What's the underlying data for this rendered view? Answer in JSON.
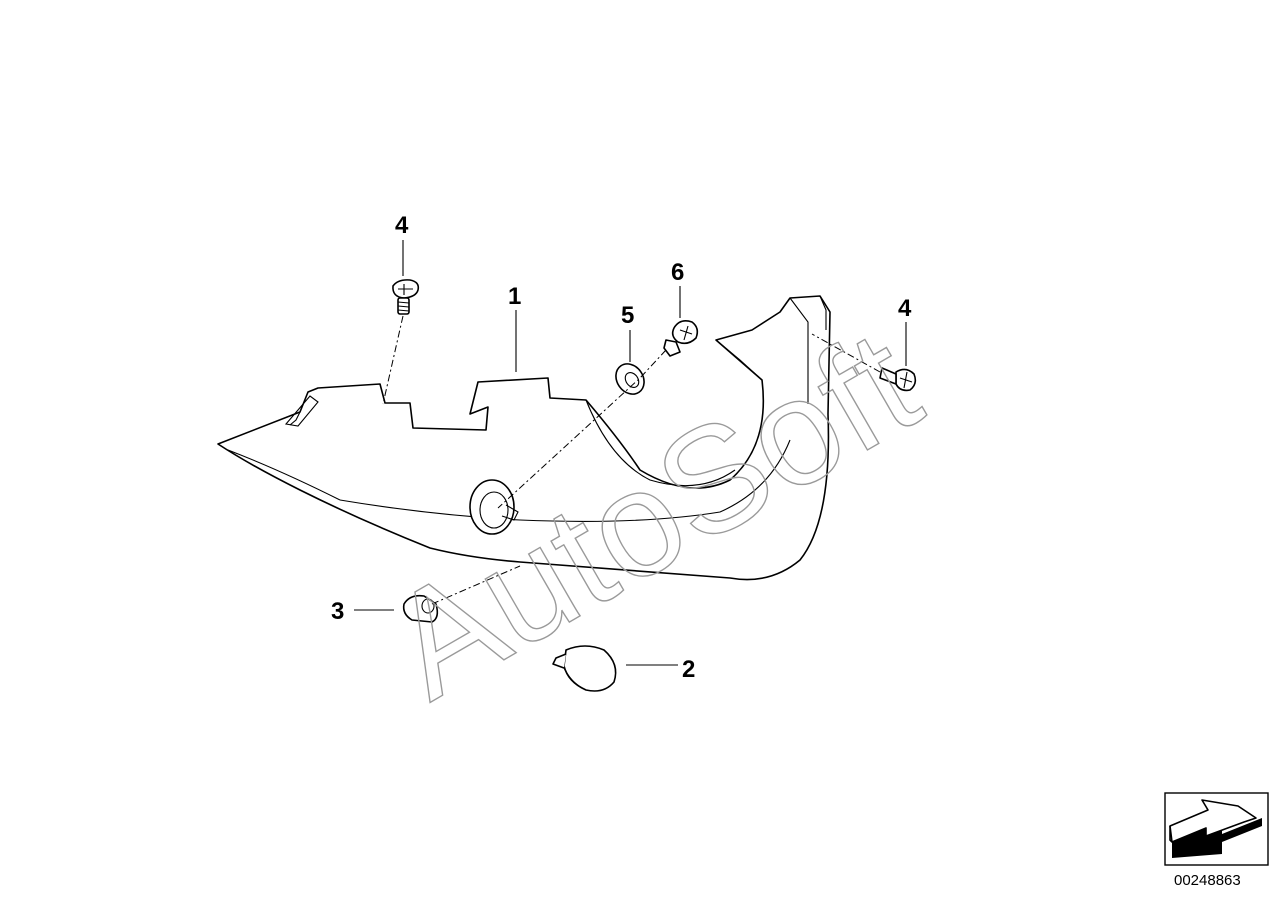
{
  "callouts": {
    "c4_top": "4",
    "c1": "1",
    "c5": "5",
    "c6": "6",
    "c4_right": "4",
    "c3": "3",
    "c2": "2"
  },
  "watermark": "AutoSoft",
  "diagram_number": "00248863",
  "icons": {
    "nav_arrow": "next-arrow-icon"
  }
}
